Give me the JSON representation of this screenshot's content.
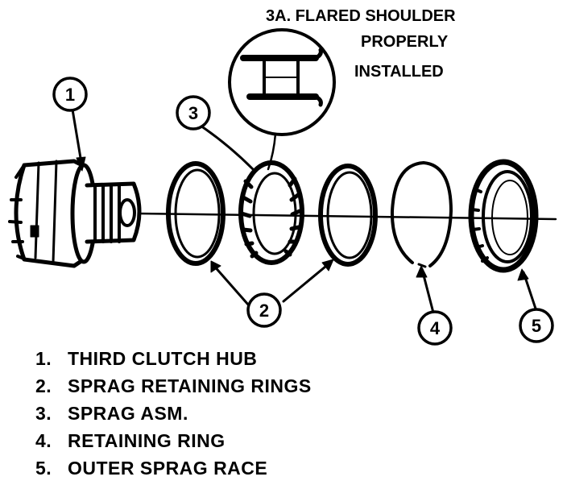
{
  "diagram": {
    "inset_callout": {
      "lines": [
        "3A. FLARED SHOULDER",
        "PROPERLY",
        "INSTALLED"
      ]
    },
    "callouts": [
      "1",
      "2",
      "3",
      "4",
      "5"
    ],
    "legend": [
      {
        "num": "1.",
        "label": "THIRD CLUTCH HUB"
      },
      {
        "num": "2.",
        "label": "SPRAG RETAINING RINGS"
      },
      {
        "num": "3.",
        "label": "SPRAG ASM."
      },
      {
        "num": "4.",
        "label": "RETAINING RING"
      },
      {
        "num": "5.",
        "label": "OUTER SPRAG RACE"
      }
    ],
    "colors": {
      "ink": "#000000",
      "paper": "#ffffff"
    }
  }
}
